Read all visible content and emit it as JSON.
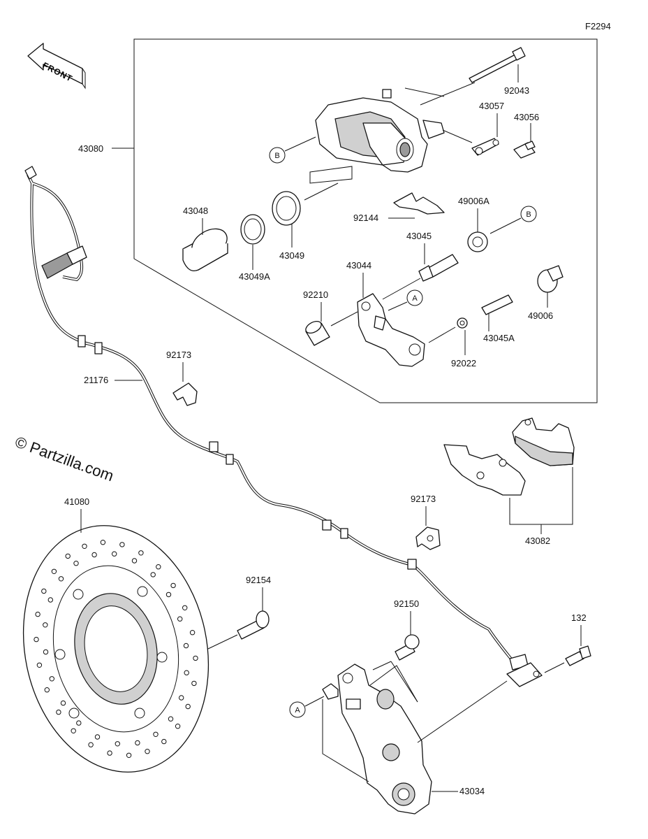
{
  "figure_code": "F2294",
  "front_label": "FRONT",
  "watermark": "© Partzilla.com",
  "parts": {
    "p92043": "92043",
    "p43057": "43057",
    "p43056": "43056",
    "p43080": "43080",
    "p43048": "43048",
    "p43049": "43049",
    "p43049A": "43049A",
    "p92144": "92144",
    "p43045": "43045",
    "p49006A": "49006A",
    "p43044": "43044",
    "p92210": "92210",
    "p49006": "49006",
    "p43045A": "43045A",
    "p92022": "92022",
    "p92173a": "92173",
    "p21176": "21176",
    "p92173b": "92173",
    "p43082": "43082",
    "p41080": "41080",
    "p92154": "92154",
    "p92150": "92150",
    "p132": "132",
    "p43034": "43034"
  },
  "callouts": {
    "A": "A",
    "B": "B"
  }
}
